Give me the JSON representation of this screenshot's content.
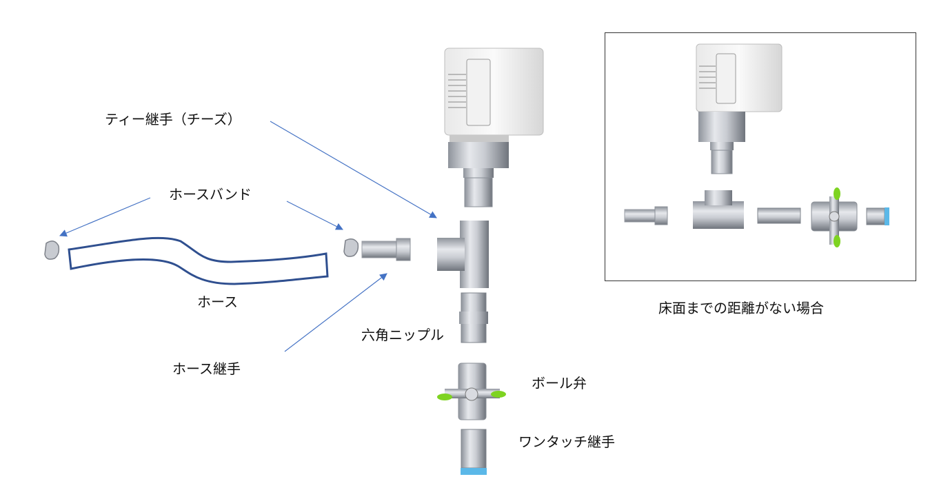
{
  "labels": {
    "tee": "ティー継手（チーズ）",
    "hose_band": "ホースバンド",
    "hose": "ホース",
    "hose_fitting": "ホース継手",
    "hex_nipple": "六角ニップル",
    "ball_valve": "ボール弁",
    "one_touch": "ワンタッチ継手",
    "inset_caption": "床面までの距離がない場合"
  },
  "colors": {
    "arrow": "#4472c4",
    "hose_outline": "#2f4f8f",
    "metal": "#b8bcc4",
    "valve_handle": "#7ed321",
    "one_touch_ring": "#5bb8e8"
  }
}
